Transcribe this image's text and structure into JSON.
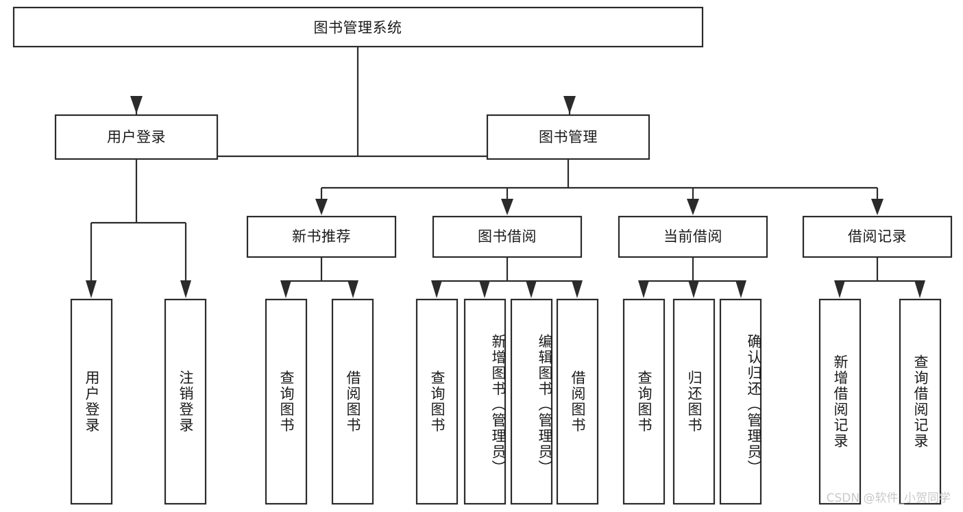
{
  "diagram": {
    "type": "tree",
    "title_node": {
      "label": "图书管理系统"
    },
    "level2": [
      {
        "id": "user-login",
        "label": "用户登录"
      },
      {
        "id": "book-manage",
        "label": "图书管理"
      }
    ],
    "level3": [
      {
        "id": "new-book-recommend",
        "label": "新书推荐",
        "parent": "book-manage"
      },
      {
        "id": "book-borrow",
        "label": "图书借阅",
        "parent": "book-manage"
      },
      {
        "id": "current-borrow",
        "label": "当前借阅",
        "parent": "book-manage"
      },
      {
        "id": "borrow-record",
        "label": "借阅记录",
        "parent": "book-manage"
      }
    ],
    "leaves": [
      {
        "id": "leaf-user-login",
        "label": "用户登录",
        "parent": "user-login"
      },
      {
        "id": "leaf-user-logout",
        "label": "注销登录",
        "parent": "user-login"
      },
      {
        "id": "leaf-query-book-1",
        "label": "查询图书",
        "parent": "new-book-recommend"
      },
      {
        "id": "leaf-borrow-book-1",
        "label": "借阅图书",
        "parent": "new-book-recommend"
      },
      {
        "id": "leaf-query-book-2",
        "label": "查询图书",
        "parent": "book-borrow"
      },
      {
        "id": "leaf-add-book",
        "label": "新增图书（管理员）",
        "parent": "book-borrow"
      },
      {
        "id": "leaf-edit-book",
        "label": "编辑图书（管理员）",
        "parent": "book-borrow"
      },
      {
        "id": "leaf-borrow-book-2",
        "label": "借阅图书",
        "parent": "book-borrow"
      },
      {
        "id": "leaf-query-book-3",
        "label": "查询图书",
        "parent": "current-borrow"
      },
      {
        "id": "leaf-return-book",
        "label": "归还图书",
        "parent": "current-borrow"
      },
      {
        "id": "leaf-confirm-return",
        "label": "确认归还（管理员）",
        "parent": "current-borrow"
      },
      {
        "id": "leaf-add-record",
        "label": "新增借阅记录",
        "parent": "borrow-record"
      },
      {
        "id": "leaf-query-record",
        "label": "查询借阅记录",
        "parent": "borrow-record"
      }
    ]
  },
  "watermark": {
    "text": "CSDN @软件_小贺同学"
  },
  "colors": {
    "stroke": "#2b2b2b",
    "box_fill": "#ffffff",
    "text": "#1a1a1a",
    "watermark": "#c9c9c9",
    "background": "#ffffff"
  }
}
